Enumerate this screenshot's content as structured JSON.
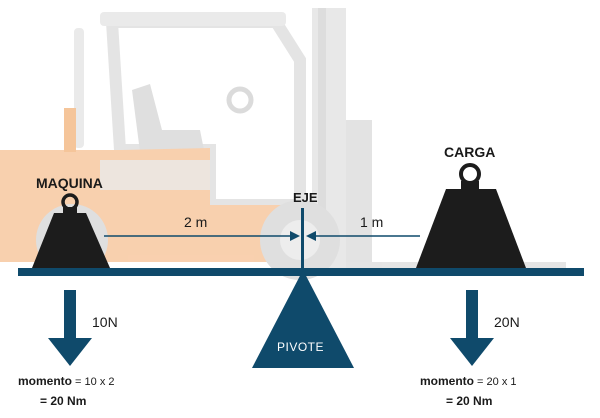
{
  "labels": {
    "machine": "MAQUINA",
    "load": "CARGA",
    "axis": "EJE",
    "pivot": "PIVOTE",
    "distance_left": "2 m",
    "distance_right": "1 m",
    "force_left": "10N",
    "force_right": "20N"
  },
  "moments": {
    "left": {
      "word": "momento",
      "expr": " = 10 x 2",
      "result": "= 20 Nm"
    },
    "right": {
      "word": "momento",
      "expr": " = 20 x 1",
      "result": "= 20 Nm"
    }
  },
  "colors": {
    "beam": "#0f4a6b",
    "weight": "#1c1c1c",
    "forklift_orange": "#f7c8a0",
    "forklift_grey": "#e4e4e4",
    "text": "#1a1a1a"
  }
}
